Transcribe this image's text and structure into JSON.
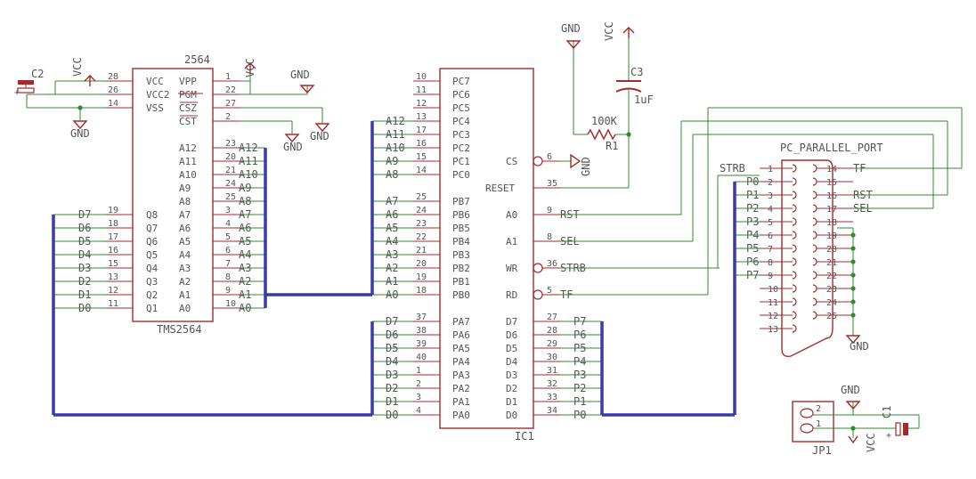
{
  "colors": {
    "part": "#a52a2a",
    "wire": "#2e8b2e",
    "bus": "#3a3aa8",
    "text": "#555555"
  },
  "power_symbols": [
    {
      "id": "vcc-c2",
      "label": "VCC"
    },
    {
      "id": "gnd-c2",
      "label": "GND"
    },
    {
      "id": "vcc-vpp",
      "label": "VCC"
    },
    {
      "id": "gnd-vpp",
      "label": "GND"
    },
    {
      "id": "gnd-csz",
      "label": "GND"
    },
    {
      "id": "gnd-cst",
      "label": "GND"
    },
    {
      "id": "gnd-top",
      "label": "GND"
    },
    {
      "id": "vcc-top",
      "label": "VCC"
    },
    {
      "id": "gnd-cs",
      "label": "GND"
    },
    {
      "id": "gnd-port",
      "label": "GND"
    },
    {
      "id": "gnd-jp1",
      "label": "GND"
    },
    {
      "id": "vcc-jp1",
      "label": "VCC"
    }
  ],
  "parts": {
    "c2": {
      "name": "C2"
    },
    "c3": {
      "name": "C3",
      "value": "1uF"
    },
    "c1": {
      "name": "C1"
    },
    "r1": {
      "name": "R1",
      "value": "100K"
    },
    "jp1": {
      "name": "JP1",
      "pins": [
        "2",
        "1"
      ]
    },
    "tms": {
      "name": "TMS2564",
      "value": "2564",
      "left_pins": [
        {
          "num": "28",
          "name": "VCC"
        },
        {
          "num": "26",
          "name": "VCC2"
        },
        {
          "num": "14",
          "name": "VSS"
        },
        {
          "num": "19",
          "name": "Q8",
          "net": "D7"
        },
        {
          "num": "18",
          "name": "Q7",
          "net": "D6"
        },
        {
          "num": "17",
          "name": "Q6",
          "net": "D5"
        },
        {
          "num": "16",
          "name": "Q5",
          "net": "D4"
        },
        {
          "num": "15",
          "name": "Q4",
          "net": "D3"
        },
        {
          "num": "13",
          "name": "Q3",
          "net": "D2"
        },
        {
          "num": "12",
          "name": "Q2",
          "net": "D1"
        },
        {
          "num": "11",
          "name": "Q1",
          "net": "D0"
        }
      ],
      "right_pins": [
        {
          "num": "1",
          "name": "VPP"
        },
        {
          "num": "22",
          "name": "PGM"
        },
        {
          "num": "27",
          "name": "CSZ"
        },
        {
          "num": "2",
          "name": "CST"
        },
        {
          "num": "23",
          "name": "A12",
          "net": "A12"
        },
        {
          "num": "20",
          "name": "A11",
          "net": "A11"
        },
        {
          "num": "21",
          "name": "A10",
          "net": "A10"
        },
        {
          "num": "24",
          "name": "A9",
          "net": "A9"
        },
        {
          "num": "25",
          "name": "A8",
          "net": "A8"
        },
        {
          "num": "3",
          "name": "A7",
          "net": "A7"
        },
        {
          "num": "4",
          "name": "A6",
          "net": "A6"
        },
        {
          "num": "5",
          "name": "A5",
          "net": "A5"
        },
        {
          "num": "6",
          "name": "A4",
          "net": "A4"
        },
        {
          "num": "7",
          "name": "A3",
          "net": "A3"
        },
        {
          "num": "8",
          "name": "A2",
          "net": "A2"
        },
        {
          "num": "9",
          "name": "A1",
          "net": "A1"
        },
        {
          "num": "10",
          "name": "A0",
          "net": "A0"
        }
      ]
    },
    "ic1": {
      "name": "IC1",
      "left_pins": [
        {
          "num": "10",
          "name": "PC7",
          "net": ""
        },
        {
          "num": "11",
          "name": "PC6",
          "net": ""
        },
        {
          "num": "12",
          "name": "PC5",
          "net": ""
        },
        {
          "num": "13",
          "name": "PC4",
          "net": "A12"
        },
        {
          "num": "17",
          "name": "PC3",
          "net": "A11"
        },
        {
          "num": "16",
          "name": "PC2",
          "net": "A10"
        },
        {
          "num": "15",
          "name": "PC1",
          "net": "A9"
        },
        {
          "num": "14",
          "name": "PC0",
          "net": "A8"
        },
        {
          "num": "25",
          "name": "PB7",
          "net": "A7"
        },
        {
          "num": "24",
          "name": "PB6",
          "net": "A6"
        },
        {
          "num": "23",
          "name": "PB5",
          "net": "A5"
        },
        {
          "num": "22",
          "name": "PB4",
          "net": "A4"
        },
        {
          "num": "21",
          "name": "PB3",
          "net": "A3"
        },
        {
          "num": "20",
          "name": "PB2",
          "net": "A2"
        },
        {
          "num": "19",
          "name": "PB1",
          "net": "A1"
        },
        {
          "num": "18",
          "name": "PB0",
          "net": "A0"
        },
        {
          "num": "37",
          "name": "PA7",
          "net": "D7"
        },
        {
          "num": "38",
          "name": "PA6",
          "net": "D6"
        },
        {
          "num": "39",
          "name": "PA5",
          "net": "D5"
        },
        {
          "num": "40",
          "name": "PA4",
          "net": "D4"
        },
        {
          "num": "1",
          "name": "PA3",
          "net": "D3"
        },
        {
          "num": "2",
          "name": "PA2",
          "net": "D2"
        },
        {
          "num": "3",
          "name": "PA1",
          "net": "D1"
        },
        {
          "num": "4",
          "name": "PA0",
          "net": "D0"
        }
      ],
      "right_ctrl": [
        {
          "num": "6",
          "name": "CS",
          "net": ""
        },
        {
          "num": "35",
          "name": "RESET",
          "net": ""
        },
        {
          "num": "9",
          "name": "A0",
          "net": "RST"
        },
        {
          "num": "8",
          "name": "A1",
          "net": "SEL"
        },
        {
          "num": "36",
          "name": "WR",
          "net": "STRB"
        },
        {
          "num": "5",
          "name": "RD",
          "net": "TF"
        }
      ],
      "right_data": [
        {
          "num": "27",
          "name": "D7",
          "net": "P7"
        },
        {
          "num": "28",
          "name": "D6",
          "net": "P6"
        },
        {
          "num": "29",
          "name": "D5",
          "net": "P5"
        },
        {
          "num": "30",
          "name": "D4",
          "net": "P4"
        },
        {
          "num": "31",
          "name": "D3",
          "net": "P3"
        },
        {
          "num": "32",
          "name": "D2",
          "net": "P2"
        },
        {
          "num": "33",
          "name": "D1",
          "net": "P1"
        },
        {
          "num": "34",
          "name": "D0",
          "net": "P0"
        }
      ]
    },
    "port": {
      "name": "PC_PARALLEL_PORT",
      "left": [
        {
          "num": "1",
          "net": "STRB"
        },
        {
          "num": "2",
          "net": "P0"
        },
        {
          "num": "3",
          "net": "P1"
        },
        {
          "num": "4",
          "net": "P2"
        },
        {
          "num": "5",
          "net": "P3"
        },
        {
          "num": "6",
          "net": "P4"
        },
        {
          "num": "7",
          "net": "P5"
        },
        {
          "num": "8",
          "net": "P6"
        },
        {
          "num": "9",
          "net": "P7"
        },
        {
          "num": "10",
          "net": ""
        },
        {
          "num": "11",
          "net": ""
        },
        {
          "num": "12",
          "net": ""
        },
        {
          "num": "13",
          "net": ""
        }
      ],
      "right": [
        {
          "num": "14",
          "net": "TF"
        },
        {
          "num": "15",
          "net": ""
        },
        {
          "num": "16",
          "net": "RST"
        },
        {
          "num": "17",
          "net": "SEL"
        },
        {
          "num": "18",
          "net": ""
        },
        {
          "num": "19",
          "net": ""
        },
        {
          "num": "20",
          "net": ""
        },
        {
          "num": "21",
          "net": ""
        },
        {
          "num": "22",
          "net": ""
        },
        {
          "num": "23",
          "net": ""
        },
        {
          "num": "24",
          "net": ""
        },
        {
          "num": "25",
          "net": ""
        }
      ]
    }
  }
}
